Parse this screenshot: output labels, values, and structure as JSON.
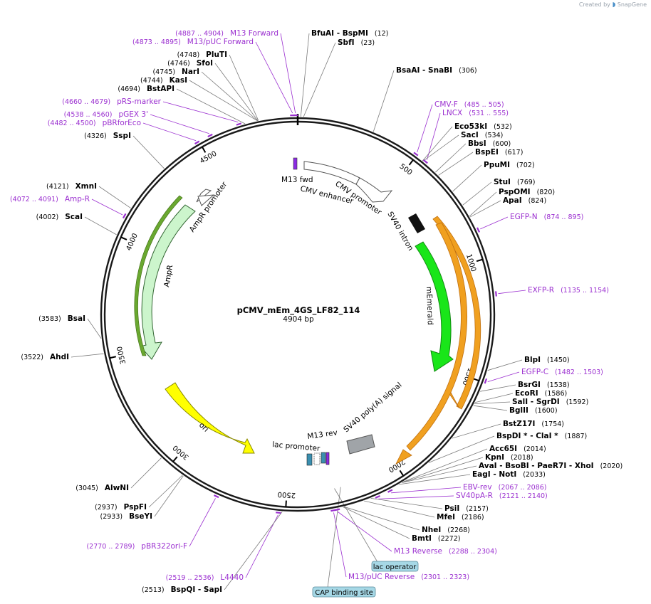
{
  "brand": {
    "created_by": "Created by",
    "app": "SnapGene"
  },
  "plasmid": {
    "name": "pCMV_mEm_4GS_LF82_114",
    "length_label": "4904 bp",
    "total_bp": 4904
  },
  "colors": {
    "primer": "#9b30d0",
    "backbone": "#1a1a1a",
    "cds_green": "#19e619",
    "ampR": "#ccf5cc",
    "ori": "#ffff00",
    "orf_orange": "#f0a020"
  },
  "ticks": [
    {
      "bp": 500,
      "label": "500"
    },
    {
      "bp": 1000,
      "label": "1000"
    },
    {
      "bp": 1500,
      "label": "1500"
    },
    {
      "bp": 2000,
      "label": "2000"
    },
    {
      "bp": 2500,
      "label": "2500"
    },
    {
      "bp": 3000,
      "label": "3000"
    },
    {
      "bp": 3500,
      "label": "3500"
    },
    {
      "bp": 4000,
      "label": "4000"
    },
    {
      "bp": 4500,
      "label": "4500"
    }
  ],
  "enzymes_right": [
    {
      "name": "BfuAI",
      "extra": "  -  BspMI",
      "pos": "(12)",
      "bp": 12
    },
    {
      "name": "SbfI",
      "extra": "",
      "pos": "(23)",
      "bp": 23
    },
    {
      "name": "BsaAI",
      "extra": "  -  SnaBI",
      "pos": "(306)",
      "bp": 306
    },
    {
      "name": "Eco53kI",
      "extra": "",
      "pos": "(532)",
      "bp": 532
    },
    {
      "name": "SacI",
      "extra": "",
      "pos": "(534)",
      "bp": 534
    },
    {
      "name": "BbsI",
      "extra": "",
      "pos": "(600)",
      "bp": 600
    },
    {
      "name": "BspEI",
      "extra": "",
      "pos": "(617)",
      "bp": 617
    },
    {
      "name": "PpuMI",
      "extra": "",
      "pos": "(702)",
      "bp": 702
    },
    {
      "name": "StuI",
      "extra": "",
      "pos": "(769)",
      "bp": 769
    },
    {
      "name": "PspOMI",
      "extra": "",
      "pos": "(820)",
      "bp": 820
    },
    {
      "name": "ApaI",
      "extra": "",
      "pos": "(824)",
      "bp": 824
    },
    {
      "name": "BlpI",
      "extra": "",
      "pos": "(1450)",
      "bp": 1450
    },
    {
      "name": "BsrGI",
      "extra": "",
      "pos": "(1538)",
      "bp": 1538
    },
    {
      "name": "EcoRI",
      "extra": "",
      "pos": "(1586)",
      "bp": 1586
    },
    {
      "name": "SalI",
      "extra": "  -  SgrDI",
      "pos": "(1592)",
      "bp": 1592
    },
    {
      "name": "BglII",
      "extra": "",
      "pos": "(1600)",
      "bp": 1600
    },
    {
      "name": "BstZ17I",
      "extra": "",
      "pos": "(1754)",
      "bp": 1754
    },
    {
      "name": "BspDI *",
      "extra": "  -  ClaI *",
      "pos": "(1887)",
      "bp": 1887
    },
    {
      "name": "Acc65I",
      "extra": "",
      "pos": "(2014)",
      "bp": 2014
    },
    {
      "name": "KpnI",
      "extra": "",
      "pos": "(2018)",
      "bp": 2018
    },
    {
      "name": "AvaI",
      "extra": "  -  BsoBI  -  PaeR7I  -  XhoI",
      "pos": "(2020)",
      "bp": 2020
    },
    {
      "name": "EagI",
      "extra": "  -  NotI",
      "pos": "(2033)",
      "bp": 2033
    },
    {
      "name": "PsiI",
      "extra": "",
      "pos": "(2157)",
      "bp": 2157
    },
    {
      "name": "MfeI",
      "extra": "",
      "pos": "(2186)",
      "bp": 2186
    },
    {
      "name": "NheI",
      "extra": "",
      "pos": "(2268)",
      "bp": 2268
    },
    {
      "name": "BmtI",
      "extra": "",
      "pos": "(2272)",
      "bp": 2272
    }
  ],
  "enzymes_left": [
    {
      "name": "PluTI",
      "pos": "(4748)",
      "bp": 4748
    },
    {
      "name": "SfoI",
      "pos": "(4746)",
      "bp": 4746
    },
    {
      "name": "NarI",
      "pos": "(4745)",
      "bp": 4745
    },
    {
      "name": "KasI",
      "pos": "(4744)",
      "bp": 4744
    },
    {
      "name": "BstAPI",
      "pos": "(4694)",
      "bp": 4694
    },
    {
      "name": "SspI",
      "pos": "(4326)",
      "bp": 4326
    },
    {
      "name": "XmnI",
      "pos": "(4121)",
      "bp": 4121
    },
    {
      "name": "ScaI",
      "pos": "(4002)",
      "bp": 4002
    },
    {
      "name": "BsaI",
      "pos": "(3583)",
      "bp": 3583
    },
    {
      "name": "AhdI",
      "pos": "(3522)",
      "bp": 3522
    },
    {
      "name": "AlwNI",
      "pos": "(3045)",
      "bp": 3045
    },
    {
      "name": "PspFI",
      "pos": "(2937)",
      "bp": 2937
    },
    {
      "name": "BseYI",
      "pos": "(2933)",
      "bp": 2933
    },
    {
      "name": "BspQI",
      "extra": "  -  SapI",
      "pos": "(2513)",
      "bp": 2513
    }
  ],
  "primers_right": [
    {
      "name": "CMV-F",
      "pos": "(485 .. 505)",
      "bp": 495
    },
    {
      "name": "LNCX",
      "pos": "(531 .. 555)",
      "bp": 543
    },
    {
      "name": "EGFP-N",
      "pos": "(874 .. 895)",
      "bp": 884
    },
    {
      "name": "EXFP-R",
      "pos": "(1135 .. 1154)",
      "bp": 1145
    },
    {
      "name": "EGFP-C",
      "pos": "(1482 .. 1503)",
      "bp": 1492
    },
    {
      "name": "EBV-rev",
      "pos": "(2067 .. 2086)",
      "bp": 2076
    },
    {
      "name": "SV40pA-R",
      "pos": "(2121 .. 2140)",
      "bp": 2130
    },
    {
      "name": "M13 Reverse",
      "pos": "(2288 .. 2304)",
      "bp": 2296
    },
    {
      "name": "M13/pUC Reverse",
      "pos": "(2301 .. 2323)",
      "bp": 2312
    }
  ],
  "primers_left": [
    {
      "name": "M13 Forward",
      "pos": "(4887 .. 4904)",
      "bp": 4895
    },
    {
      "name": "M13/pUC Forward",
      "pos": "(4873 .. 4895)",
      "bp": 4884
    },
    {
      "name": "pRS-marker",
      "pos": "(4660 .. 4679)",
      "bp": 4670
    },
    {
      "name": "pGEX 3'",
      "pos": "(4538 .. 4560)",
      "bp": 4549
    },
    {
      "name": "pBRforEco",
      "pos": "(4482 .. 4500)",
      "bp": 4491
    },
    {
      "name": "Amp-R",
      "pos": "(4072 .. 4091)",
      "bp": 4082
    },
    {
      "name": "pBR322ori-F",
      "pos": "(2770 .. 2789)",
      "bp": 2780
    },
    {
      "name": "L4440",
      "pos": "(2519 .. 2536)",
      "bp": 2528
    }
  ],
  "features": [
    {
      "name": "M13 fwd",
      "type": "primer-bind"
    },
    {
      "name": "CMV enhancer",
      "type": "enhancer"
    },
    {
      "name": "CMV promoter",
      "type": "promoter"
    },
    {
      "name": "SV40 intron",
      "type": "intron"
    },
    {
      "name": "mEmerald",
      "type": "CDS"
    },
    {
      "name": "SV40 poly(A) signal",
      "type": "polyA"
    },
    {
      "name": "M13 rev",
      "type": "primer-bind"
    },
    {
      "name": "lac promoter",
      "type": "promoter"
    },
    {
      "name": "ori",
      "type": "rep_origin"
    },
    {
      "name": "AmpR",
      "type": "CDS"
    },
    {
      "name": "AmpR promoter",
      "type": "promoter"
    }
  ],
  "boxed_labels": [
    {
      "name": "lac operator"
    },
    {
      "name": "CAP binding site"
    }
  ]
}
